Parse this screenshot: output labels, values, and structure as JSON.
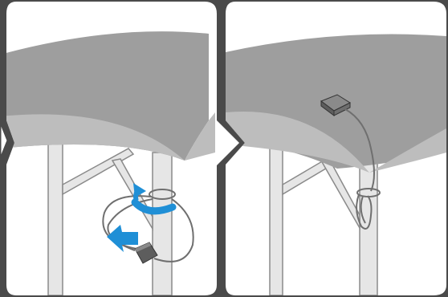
{
  "illustration": {
    "steps": [
      {
        "id": "step-1",
        "action": "wrap-cable-around-table-leg"
      },
      {
        "id": "step-2",
        "action": "cable-secured-with-box-above"
      }
    ],
    "icons": [
      "chevron-right-icon",
      "blue-arrow-icon",
      "curved-blue-arrow-icon"
    ]
  },
  "colors": {
    "background": "#4a4a4a",
    "panel": "#ffffff",
    "table_top": "#9e9e9e",
    "table_edge": "#bdbdbd",
    "leg": "#d4d4d4",
    "cable": "#7a7a7a",
    "accent_blue": "#1f8fd6"
  }
}
